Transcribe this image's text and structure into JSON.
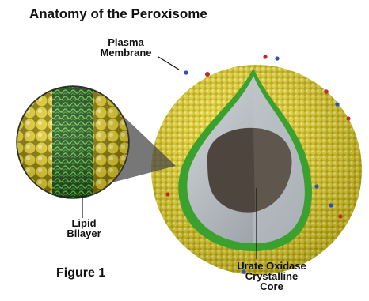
{
  "title": "Anatomy of the Peroxisome",
  "labels": {
    "plasma_membrane": [
      "Plasma",
      "Membrane"
    ],
    "lipid_bilayer": [
      "Lipid",
      "Bilayer"
    ],
    "urate_oxidase_core": [
      "Urate Oxidase",
      "Crystalline",
      "Core"
    ]
  },
  "figure_label": "Figure 1",
  "colors": {
    "membrane_yellow": "#e6d31c",
    "membrane_shadow": "#9c8a08",
    "interior_green": "#3aa12e",
    "matrix_gray": "#a9aeb2",
    "core_dark": "#4e463e",
    "protein_red": "#c4282a",
    "protein_blue": "#2f4fb8",
    "background": "#ffffff"
  }
}
